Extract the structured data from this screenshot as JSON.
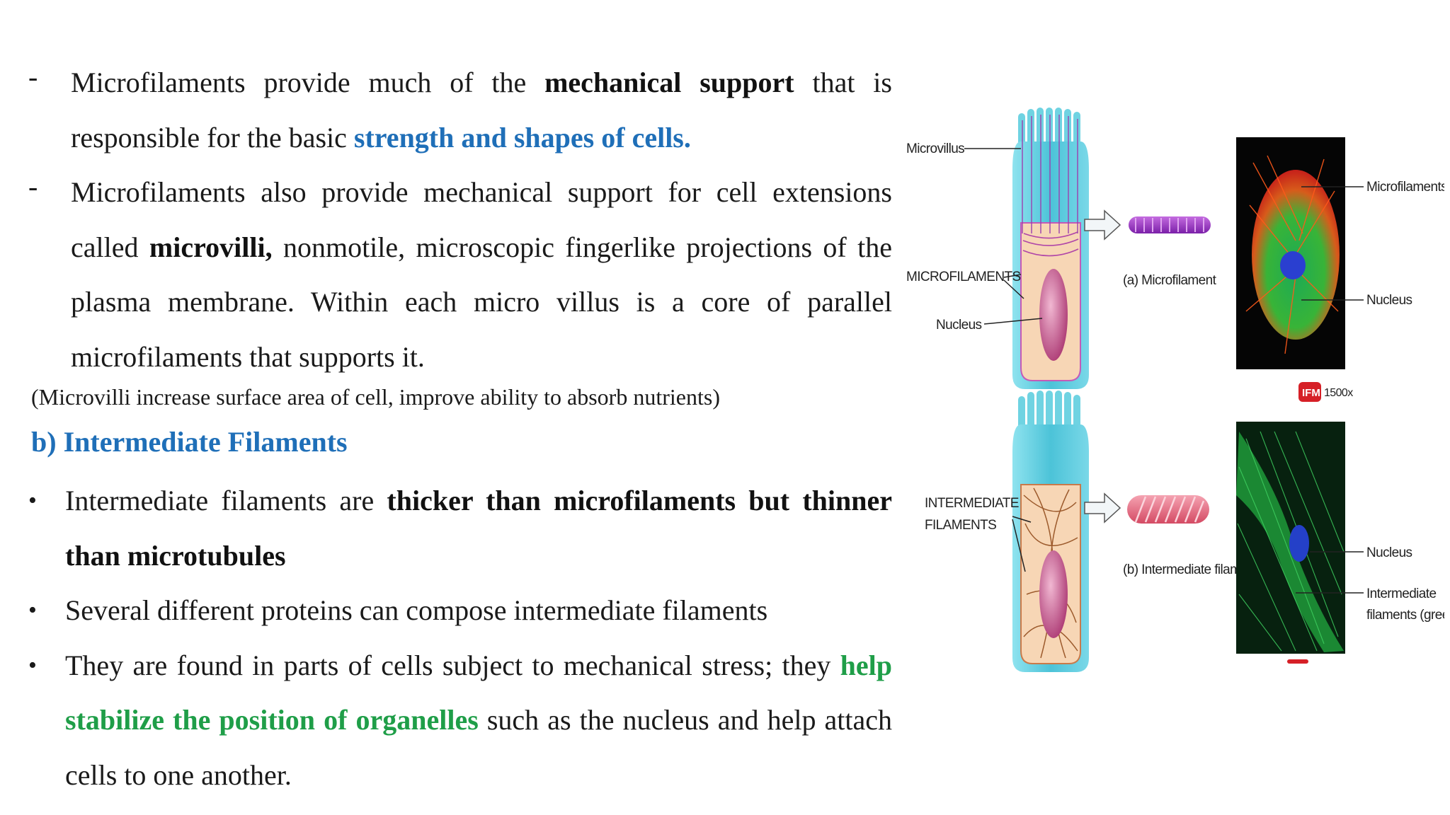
{
  "text": {
    "p1": {
      "a": "Microfilaments provide much of the ",
      "b": "mechanical support",
      "c": " that is responsible for the basic ",
      "d": "strength and shapes of cells."
    },
    "p2": {
      "a": "Microfilaments also provide mechanical support for cell extensions called ",
      "b": "microvilli,",
      "c": " nonmotile, microscopic fingerlike projections of the plasma membrane. Within each micro villus is a core of parallel microfilaments that supports it."
    },
    "note": "(Microvilli increase surface area of cell, improve ability to absorb nutrients)",
    "heading": "b) Intermediate Filaments",
    "b1": {
      "a": "Intermediate filaments are ",
      "b": "thicker than microfilaments but thinner than microtubules"
    },
    "b2": "Several different proteins can compose intermediate filaments",
    "b3": {
      "a": "They are found in parts of cells subject to mechanical stress; they ",
      "b": "help stabilize the position of organelles",
      "c": " such as the nucleus and help attach cells to one another."
    },
    "dash_mark": "-",
    "bullet_mark": "•"
  },
  "figure": {
    "microvillus": "Microvillus",
    "microfilaments_upper": "MICROFILAMENTS",
    "nucleus_left": "Nucleus",
    "caption_a": "(a) Microfilament",
    "microfilaments_right": "Microfilaments",
    "nucleus_right_top": "Nucleus",
    "ifm": "IFM",
    "magnification": "1500x",
    "intermediate_line1": "INTERMEDIATE",
    "intermediate_line2": "FILAMENTS",
    "caption_b": "(b) Intermediate filament",
    "nucleus_right_bottom": "Nucleus",
    "if_green_line1": "Intermediate",
    "if_green_line2": "filaments (green)"
  },
  "colors": {
    "blue": "#1f6fb8",
    "green": "#1f9e48",
    "cell": "#f7d6b5",
    "membrane": "#5cc8dc"
  }
}
